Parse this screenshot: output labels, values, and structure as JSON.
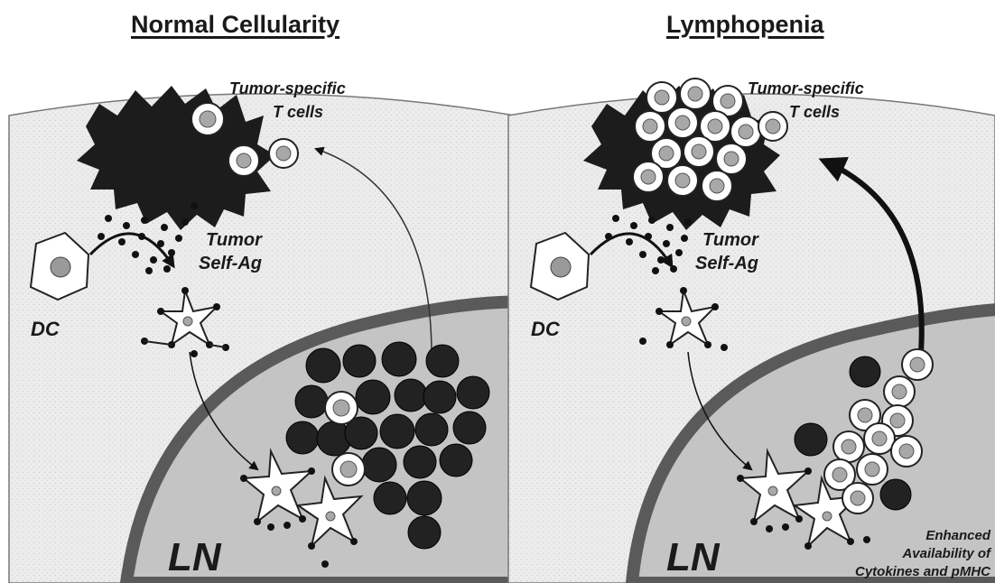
{
  "panels": {
    "left": {
      "title": "Normal Cellularity",
      "tumor_tcell_label_1": "Tumor-specific",
      "tumor_tcell_label_2": "T cells",
      "antigen_label_1": "Tumor",
      "antigen_label_2": "Self-Ag",
      "dc_label": "DC",
      "ln_label": "LN"
    },
    "right": {
      "title": "Lymphopenia",
      "tumor_tcell_label_1": "Tumor-specific",
      "tumor_tcell_label_2": "T cells",
      "antigen_label_1": "Tumor",
      "antigen_label_2": "Self-Ag",
      "dc_label": "DC",
      "ln_label": "LN",
      "enhanced_label_1": "Enhanced",
      "enhanced_label_2": "Availability of",
      "enhanced_label_3": "Cytokines and pMHC"
    }
  },
  "colors": {
    "panel_fill": "#ececec",
    "lymph_node": "#c4c4c4",
    "lymph_node_edge": "#5a5a5a",
    "tumor": "#1c1c1c",
    "dark_cell": "#222222",
    "tcell_ring": "#ffffff",
    "tcell_core": "#a8a8a8"
  }
}
